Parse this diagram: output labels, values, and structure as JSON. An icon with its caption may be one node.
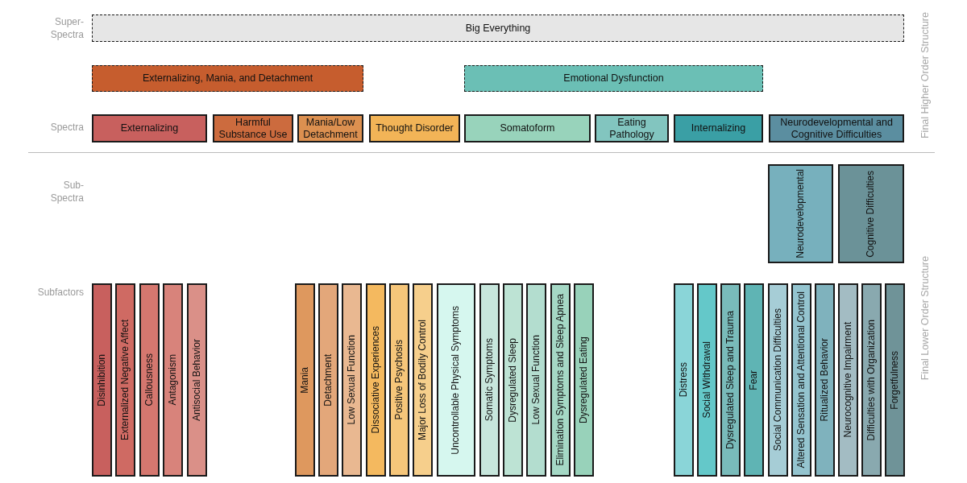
{
  "diagram": {
    "nodes": [
      {
        "text": [
          "Big Everything"
        ]
      },
      {
        "text": [
          "Externalizing, Mania, and Detachment"
        ]
      },
      {
        "text": [
          "Emotional Dysfunction"
        ]
      },
      {
        "text": [
          "Externalizing"
        ]
      },
      {
        "text": [
          "Harmful Substance Use"
        ]
      },
      {
        "text": [
          "Mania/Low Detachment"
        ]
      },
      {
        "text": [
          "Thought Disorder"
        ]
      },
      {
        "text": [
          "Somatoform"
        ]
      },
      {
        "text": [
          "Eating Pathology"
        ]
      },
      {
        "text": [
          "Internalizing"
        ]
      },
      {
        "text": [
          "Neurodevelopmental and Cognitive Difficulties"
        ]
      },
      {
        "text": [
          "Neurodevelopmental"
        ]
      },
      {
        "text": [
          "Cognitive Difficulties"
        ]
      },
      {
        "text": [
          "Disinhibition"
        ]
      },
      {
        "text": [
          "Externalized Negative Affect"
        ]
      },
      {
        "text": [
          "Callousness"
        ]
      },
      {
        "text": [
          "Antagonism"
        ]
      },
      {
        "text": [
          "Antisocial Behavior"
        ]
      },
      {
        "text": [
          "Mania"
        ]
      },
      {
        "text": [
          "Detachment"
        ]
      },
      {
        "text": [
          "Low Sexual Function"
        ]
      },
      {
        "text": [
          "Dissociative Experiences"
        ]
      },
      {
        "text": [
          "Positive Psychosis"
        ]
      },
      {
        "text": [
          "Major Loss of Bodily Control"
        ]
      },
      {
        "text": [
          "Uncontrollable Physical Symptoms"
        ]
      },
      {
        "text": [
          "Somatic Symptoms"
        ]
      },
      {
        "text": [
          "Dysregulated Sleep"
        ]
      },
      {
        "text": [
          "Low Sexual Function"
        ]
      },
      {
        "text": [
          "Elimination Symptoms and Sleep Apnea"
        ]
      },
      {
        "text": [
          "Dysregulated Eating"
        ]
      },
      {
        "text": [
          "Distress"
        ]
      },
      {
        "text": [
          "Social Withdrawal"
        ]
      },
      {
        "text": [
          "Dysregulated Sleep and Trauma"
        ]
      },
      {
        "text": [
          "Fear"
        ]
      },
      {
        "text": [
          "Social Communication Difficulties"
        ]
      },
      {
        "text": [
          "Altered Sensation and Attentional Control"
        ]
      },
      {
        "text": [
          "Ritualized Behavior"
        ]
      },
      {
        "text": [
          "Neurocognitive Impairment"
        ]
      },
      {
        "text": [
          "Difficulties with Organization"
        ]
      },
      {
        "text": [
          "Forgetfulness"
        ]
      }
    ],
    "edges": [],
    "labels": [
      "Super-Spectra",
      "Final Higher Order Structure",
      "Spectra",
      "Sub-Spectra",
      "Final Lower Order Structure",
      "Subfactors"
    ]
  }
}
